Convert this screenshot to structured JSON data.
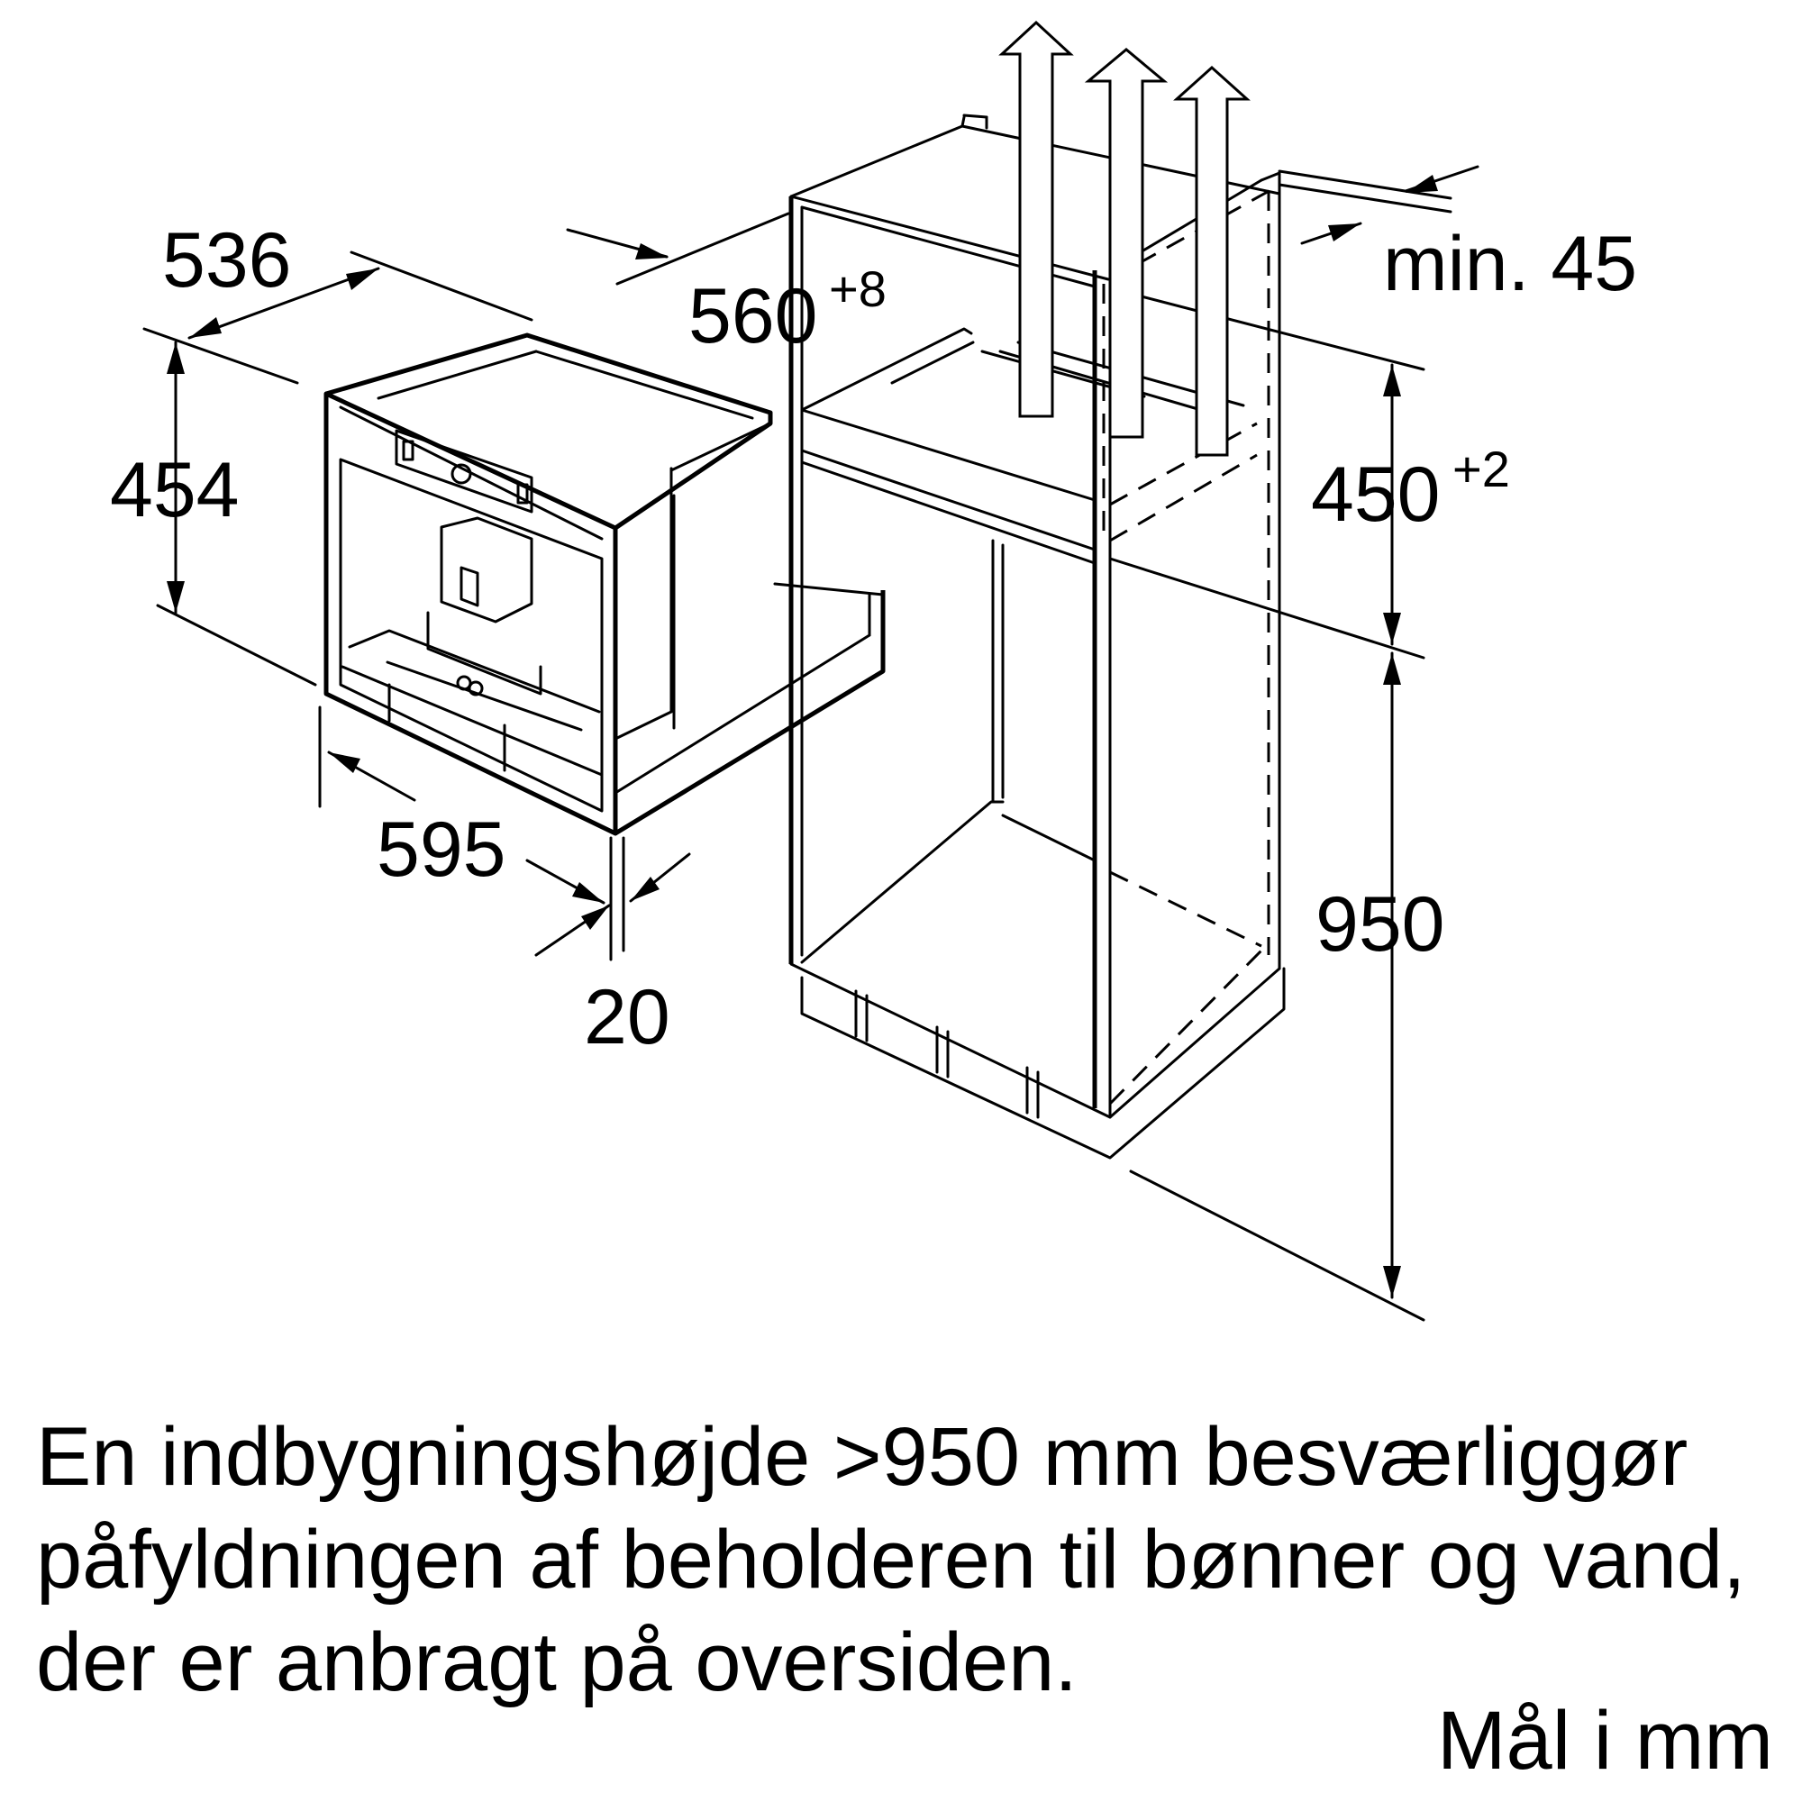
{
  "dimensions": {
    "width_depth": "536",
    "height": "454",
    "width": "595",
    "frame": "20",
    "niche_depth_base": "560",
    "niche_depth_tol": "+8",
    "niche_height_base": "450",
    "niche_height_tol": "+2",
    "gap": "min. 45",
    "install_height": "950"
  },
  "note": {
    "line1": "En indbygningshøjde >950 mm besværliggør",
    "line2": "påfyldningen af beholderen til bønner og vand,",
    "line3": "der er anbragt på oversiden."
  },
  "units_label": "Mål i mm",
  "icons": [
    "arrow-up-icon",
    "arrow-up-icon",
    "arrow-up-icon"
  ]
}
